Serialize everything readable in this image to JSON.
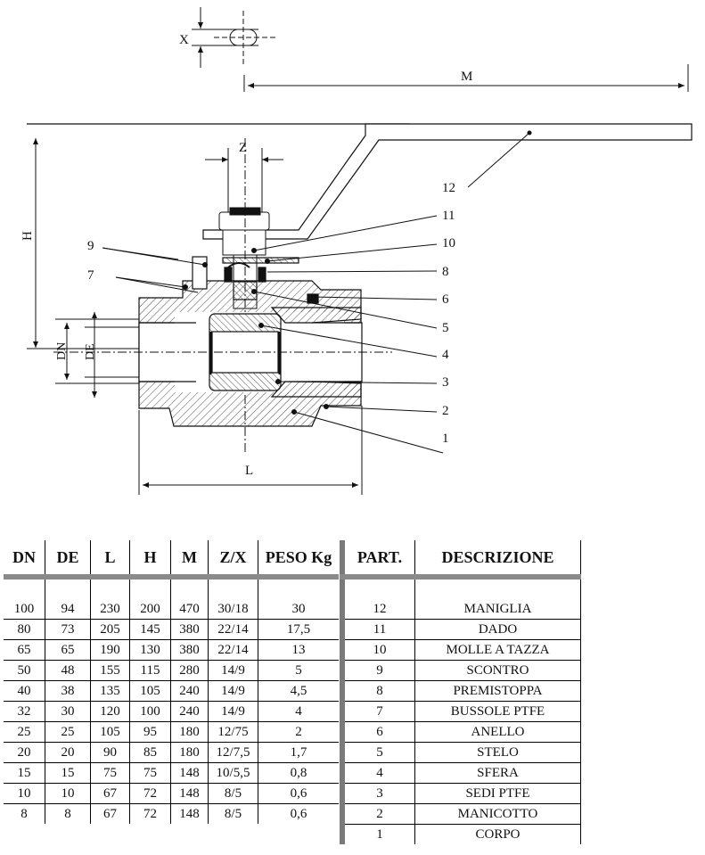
{
  "drawing": {
    "labels": {
      "x": "X",
      "m": "M",
      "z": "Z",
      "h": "H",
      "dn": "DN",
      "de": "DE",
      "l": "L"
    },
    "callouts": [
      "12",
      "11",
      "10",
      "8",
      "6",
      "5",
      "4",
      "3",
      "2",
      "1",
      "9",
      "7"
    ]
  },
  "dimensions_table": {
    "headers": [
      "DN",
      "DE",
      "L",
      "H",
      "M",
      "Z/X",
      "PESO Kg"
    ],
    "rows": [
      [
        "100",
        "94",
        "230",
        "200",
        "470",
        "30/18",
        "30"
      ],
      [
        "80",
        "73",
        "205",
        "145",
        "380",
        "22/14",
        "17,5"
      ],
      [
        "65",
        "65",
        "190",
        "130",
        "380",
        "22/14",
        "13"
      ],
      [
        "50",
        "48",
        "155",
        "115",
        "280",
        "14/9",
        "5"
      ],
      [
        "40",
        "38",
        "135",
        "105",
        "240",
        "14/9",
        "4,5"
      ],
      [
        "32",
        "30",
        "120",
        "100",
        "240",
        "14/9",
        "4"
      ],
      [
        "25",
        "25",
        "105",
        "95",
        "180",
        "12/75",
        "2"
      ],
      [
        "20",
        "20",
        "90",
        "85",
        "180",
        "12/7,5",
        "1,7"
      ],
      [
        "15",
        "15",
        "75",
        "75",
        "148",
        "10/5,5",
        "0,8"
      ],
      [
        "10",
        "10",
        "67",
        "72",
        "148",
        "8/5",
        "0,6"
      ],
      [
        "8",
        "8",
        "67",
        "72",
        "148",
        "8/5",
        "0,6"
      ]
    ]
  },
  "parts_table": {
    "headers": [
      "PART.",
      "DESCRIZIONE"
    ],
    "rows": [
      [
        "12",
        "MANIGLIA"
      ],
      [
        "11",
        "DADO"
      ],
      [
        "10",
        "MOLLE A TAZZA"
      ],
      [
        "9",
        "SCONTRO"
      ],
      [
        "8",
        "PREMISTOPPA"
      ],
      [
        "7",
        "BUSSOLE PTFE"
      ],
      [
        "6",
        "ANELLO"
      ],
      [
        "5",
        "STELO"
      ],
      [
        "4",
        "SFERA"
      ],
      [
        "3",
        "SEDI PTFE"
      ],
      [
        "2",
        "MANICOTTO"
      ],
      [
        "1",
        "CORPO"
      ]
    ]
  }
}
